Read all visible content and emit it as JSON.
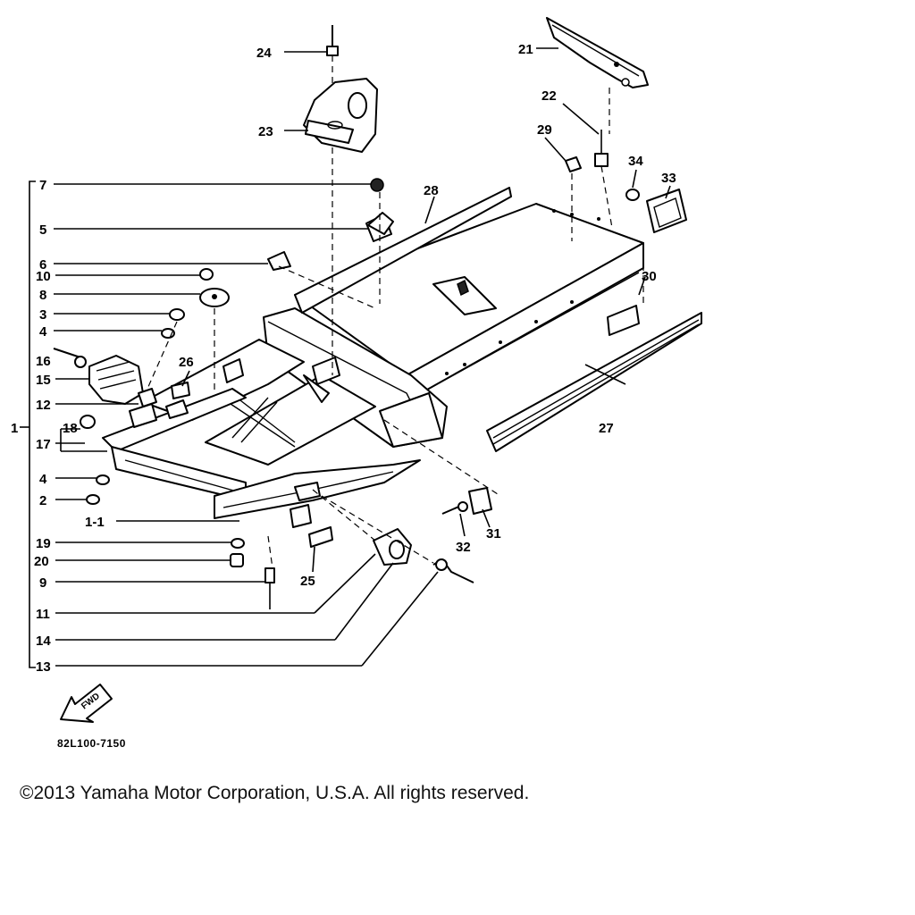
{
  "diagram": {
    "diagram_code": "82L100-7150",
    "fwd_marker": "FWD",
    "callouts": {
      "c1": "1",
      "c1_1": "1-1",
      "c2": "2",
      "c3": "3",
      "c4a": "4",
      "c4b": "4",
      "c5": "5",
      "c6": "6",
      "c7": "7",
      "c8": "8",
      "c9": "9",
      "c10": "10",
      "c11": "11",
      "c12": "12",
      "c13": "13",
      "c14": "14",
      "c15": "15",
      "c16": "16",
      "c17": "17",
      "c18": "18",
      "c19": "19",
      "c20": "20",
      "c21": "21",
      "c22": "22",
      "c23": "23",
      "c24": "24",
      "c25": "25",
      "c26": "26",
      "c27": "27",
      "c28": "28",
      "c29": "29",
      "c30": "30",
      "c31": "31",
      "c32": "32",
      "c33": "33",
      "c34": "34"
    }
  },
  "footer": {
    "copyright": "©2013 Yamaha Motor Corporation, U.S.A. All rights reserved."
  }
}
